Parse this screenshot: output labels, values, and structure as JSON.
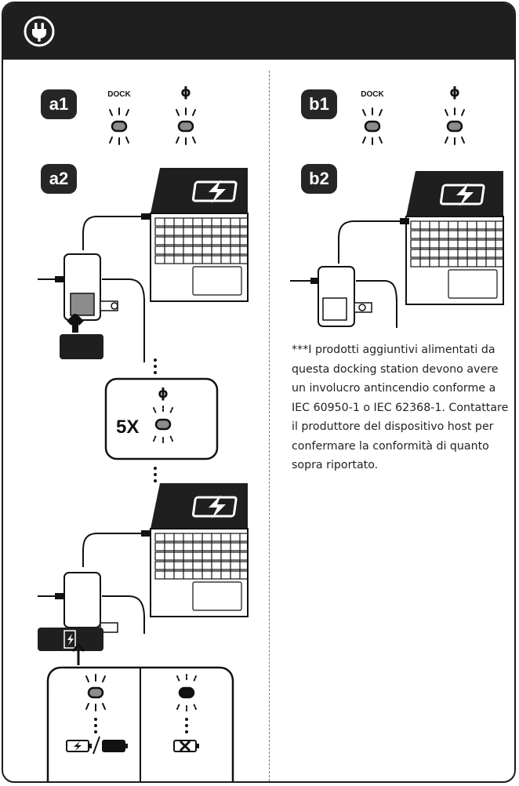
{
  "steps": {
    "a1": "a1",
    "a2": "a2",
    "b1": "b1",
    "b2": "b2"
  },
  "led_labels": {
    "dock": "DOCK",
    "qi": "ϕ"
  },
  "blink_count": "5X",
  "note": "***I prodotti aggiuntivi alimentati da questa docking station devono avere un involucro antincendio conforme a IEC 60950-1 o IEC 62368-1. Contattare il produttore del dispositivo host per confermare la conformità di quanto sopra riportato.",
  "icons": {
    "header": "power-plug-icon",
    "charging": "battery-charging-icon",
    "full": "battery-full-icon",
    "error": "battery-error-icon"
  },
  "colors": {
    "header_bg": "#1f1f1f",
    "badge_bg": "#262626",
    "led_gray": "#8c8c8c",
    "led_black": "#111111"
  }
}
